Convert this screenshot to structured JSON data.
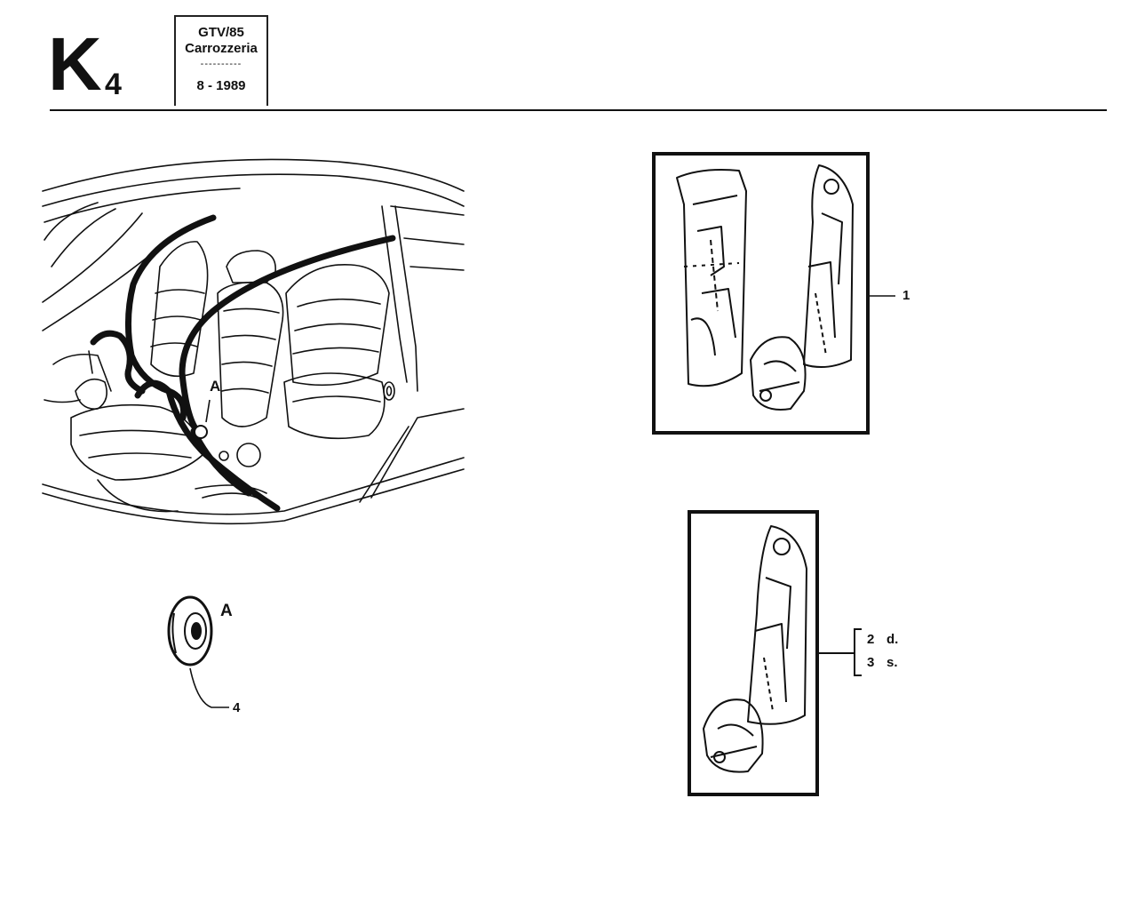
{
  "header": {
    "sheet_letter": "K",
    "sheet_number": "4",
    "model": "GTV/85",
    "section": "Carrozzeria",
    "separator": "----------",
    "date": "8 - 1989"
  },
  "car_view": {
    "label_a": "A"
  },
  "detail_a": {
    "label": "A",
    "part_number": "4"
  },
  "kit_1": {
    "part_number": "1"
  },
  "kit_2_3": {
    "right_part": "2",
    "right_label": "d.",
    "left_part": "3",
    "left_label": "s."
  }
}
